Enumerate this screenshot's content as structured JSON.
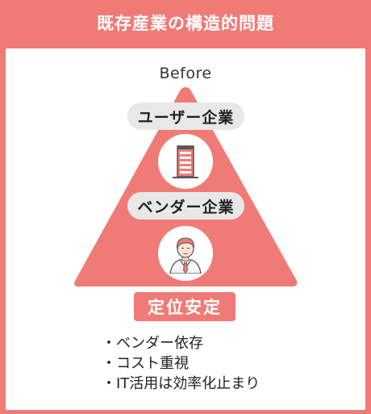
{
  "title": "既存産業の構造的問題",
  "diagram": {
    "label_before": "Before",
    "top_tier": {
      "label": "ユーザー企業",
      "icon": "building-icon"
    },
    "bottom_tier": {
      "label": "ベンダー企業",
      "icon": "businessman-icon"
    },
    "base_label": "定位安定"
  },
  "bullets": [
    "ベンダー依存",
    "コスト重視",
    "IT活用は効率化止まり"
  ],
  "colors": {
    "accent": "#f07b76",
    "pill_bg": "#e8e8e8",
    "panel_bg": "#ffffff"
  }
}
